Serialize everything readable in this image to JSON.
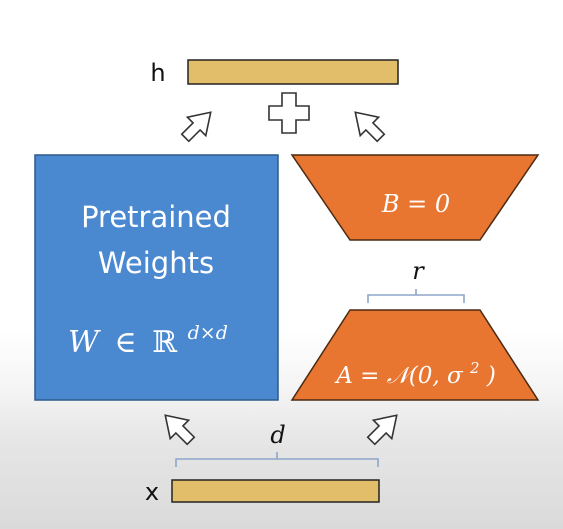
{
  "h_label": "h",
  "x_label": "x",
  "pretrained": {
    "line1": "Pretrained",
    "line2": "Weights"
  },
  "W_formula": {
    "W": "W",
    "in": "∈",
    "R": "ℝ",
    "exp": "d×d"
  },
  "B_formula": "B = 0",
  "A_formula": {
    "main": "A = 𝒩(0, σ",
    "sup": "2",
    "close": ")"
  },
  "r_label": "r",
  "d_label": "d",
  "colors": {
    "blue": "#4a88d0",
    "blue_border": "#2c5a8c",
    "orange": "#e87530",
    "orange_border": "#4a2a12",
    "bar": "#e3be6a",
    "bar_border": "#222222",
    "brace": "#8ea6c8"
  },
  "icons": [
    "arrow-up-right-icon",
    "arrow-up-left-icon",
    "plus-icon"
  ]
}
